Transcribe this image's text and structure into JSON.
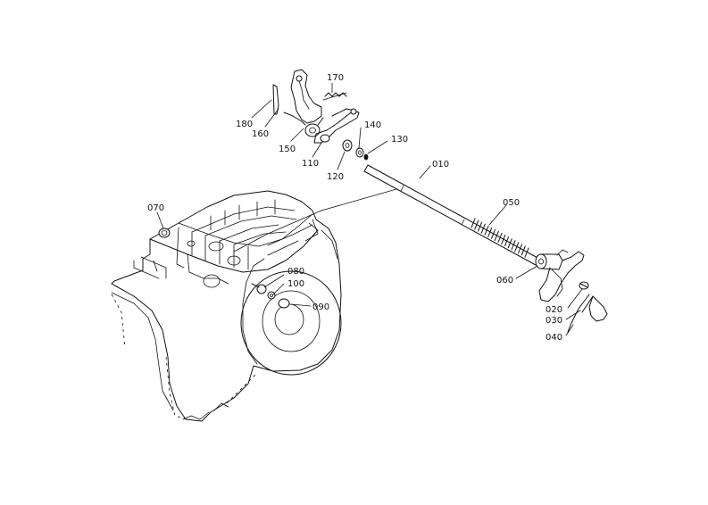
{
  "diagram": {
    "callouts": [
      "170",
      "180",
      "160",
      "150",
      "110",
      "120",
      "140",
      "130",
      "010",
      "070",
      "050",
      "080",
      "100",
      "090",
      "060",
      "020",
      "030",
      "040"
    ]
  }
}
